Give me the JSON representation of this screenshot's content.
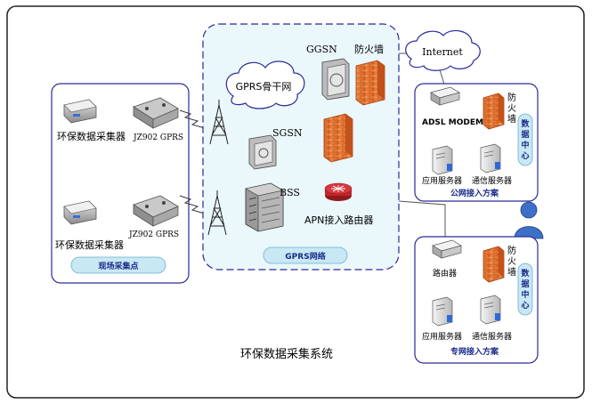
{
  "title": "环保数据采集系统",
  "site": {
    "collector_top_label": "环保数据采集器",
    "gprs_top_label": "JZ902 GPRS",
    "collector_bottom_label": "环保数据采集器",
    "gprs_bottom_label": "JZ902 GPRS",
    "pill_label": "现场采集点"
  },
  "gprs_network": {
    "cloud_label": "GPRS骨干网",
    "ggsn_label": "GGSN",
    "firewall_label": "防火墙",
    "sgsn_label": "SGSN",
    "bss_label": "BSS",
    "apn_router_label": "APN接入路由器",
    "pill_label": "GPRS网络"
  },
  "internet": {
    "cloud_label": "Internet"
  },
  "public_net": {
    "modem_label": "ADSL MODEM",
    "firewall_chars": [
      "防",
      "火",
      "墙"
    ],
    "datacenter_chars": [
      "数",
      "据",
      "中",
      "心"
    ],
    "app_server_label": "应用服务器",
    "comm_server_label": "通信服务器",
    "scheme_label": "公网接入方案"
  },
  "private_net": {
    "router_label": "路由器",
    "firewall_chars": [
      "防",
      "火",
      "墙"
    ],
    "datacenter_chars": [
      "数",
      "据",
      "中",
      "心"
    ],
    "app_server_label": "应用服务器",
    "comm_server_label": "通信服务器",
    "scheme_label": "专网接入方案"
  },
  "colors": {
    "panel_border": "#2a2a9a",
    "gprs_bg": "#eaf7fb",
    "pill_fill": "#c8e8f4",
    "firewall": "#e8742a",
    "router": "#c0262a"
  }
}
